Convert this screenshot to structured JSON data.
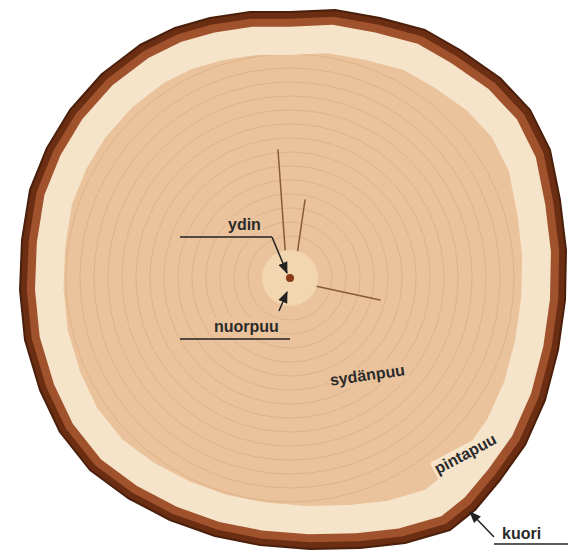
{
  "diagram": {
    "labels": [
      "ydin",
      "nuorpuu",
      "sydänpuu",
      "pintapuu",
      "kuori"
    ]
  }
}
